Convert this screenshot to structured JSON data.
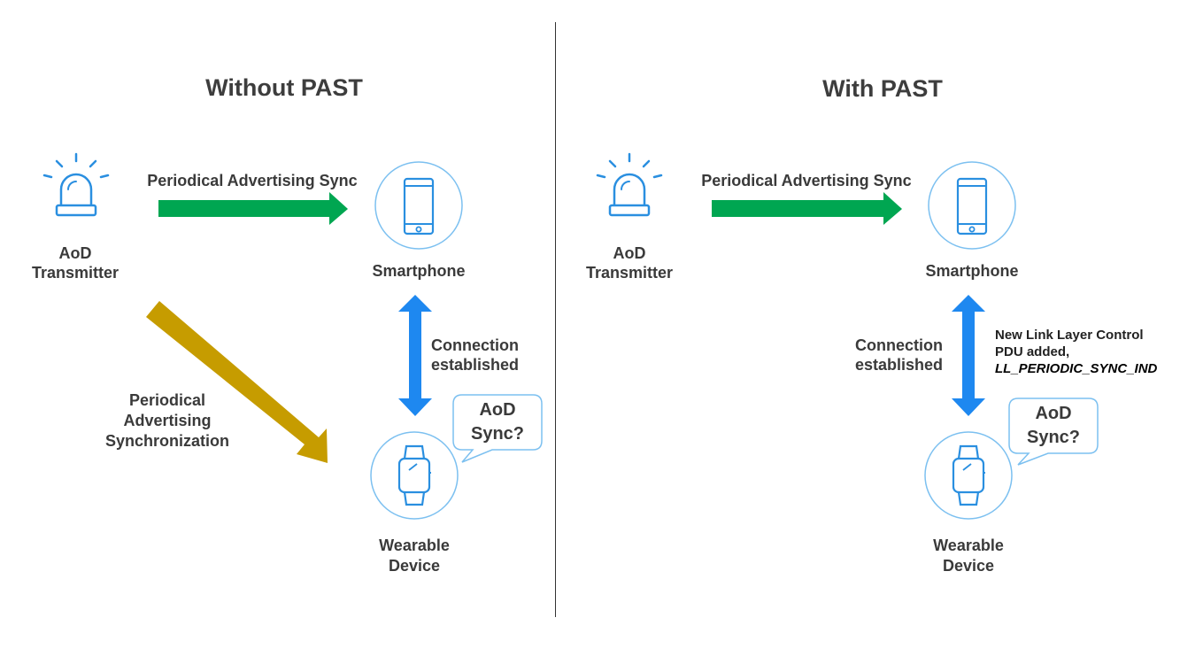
{
  "left": {
    "title": "Without PAST",
    "transmitter_label": [
      "AoD",
      "Transmitter"
    ],
    "sync_arrow_label": "Periodical Advertising Sync",
    "smartphone_label": "Smartphone",
    "connection_label": [
      "Connection",
      "established"
    ],
    "diagonal_label": [
      "Periodical",
      "Advertising",
      "Synchronization"
    ],
    "bubble_text": [
      "AoD",
      "Sync?"
    ],
    "wearable_label": [
      "Wearable",
      "Device"
    ]
  },
  "right": {
    "title": "With PAST",
    "transmitter_label": [
      "AoD",
      "Transmitter"
    ],
    "sync_arrow_label": "Periodical Advertising Sync",
    "smartphone_label": "Smartphone",
    "connection_label": [
      "Connection",
      "established"
    ],
    "pdu_note": [
      "New Link Layer Control",
      "PDU added,"
    ],
    "pdu_name": "LL_PERIODIC_SYNC_IND",
    "bubble_text": [
      "AoD",
      "Sync?"
    ],
    "wearable_label": [
      "Wearable",
      "Device"
    ]
  },
  "colors": {
    "sync_arrow": "#00a651",
    "diagonal_arrow": "#c69c00",
    "connection_arrow": "#1e88f0",
    "icon_stroke": "#2a8fe0",
    "circle_stroke": "#7cc0f0"
  },
  "icons": [
    "alarm-beacon-icon",
    "smartphone-icon",
    "smartwatch-icon",
    "speech-bubble"
  ]
}
